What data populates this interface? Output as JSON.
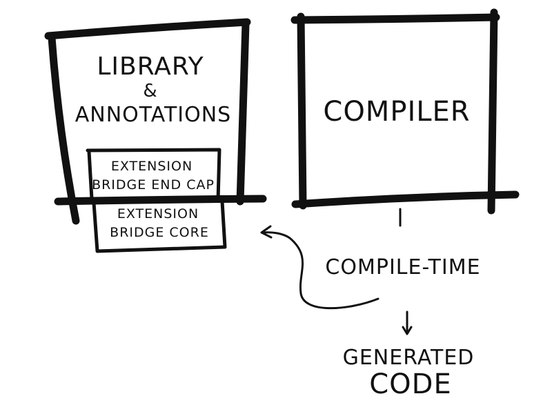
{
  "library_box": {
    "line1": "LIBRARY",
    "line2": "&",
    "line3": "ANNOTATIONS"
  },
  "end_cap_box": {
    "line1": "EXTENSION",
    "line2": "BRIDGE END CAP"
  },
  "core_box": {
    "line1": "EXTENSION",
    "line2": "BRIDGE CORE"
  },
  "compiler_box": {
    "label": "COMPILER"
  },
  "compile_time": {
    "label": "COMPILE-TIME"
  },
  "generated_code": {
    "line1": "GENERATED",
    "line2": "CODE"
  }
}
